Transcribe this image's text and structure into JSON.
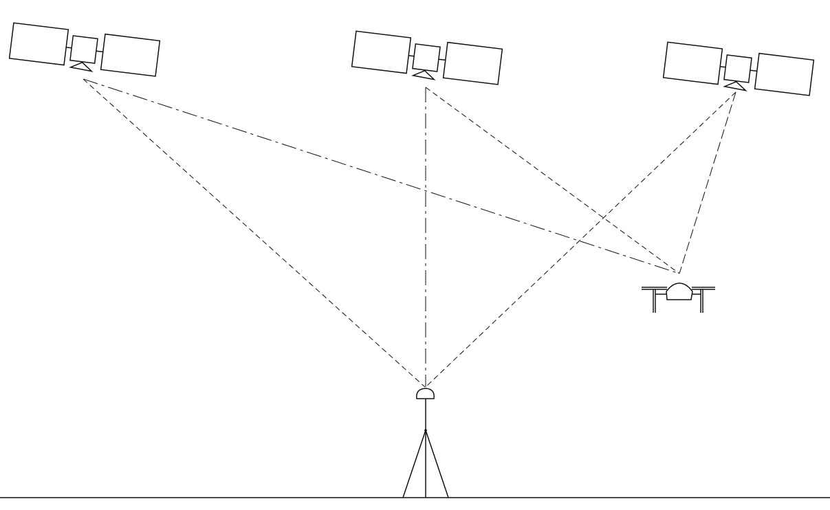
{
  "diagram": {
    "satellites": [
      "satellite-left",
      "satellite-center",
      "satellite-right"
    ],
    "receivers": [
      "ground-station-tripod",
      "drone"
    ],
    "colors": {
      "stroke": "#111111",
      "background": "#ffffff"
    }
  }
}
